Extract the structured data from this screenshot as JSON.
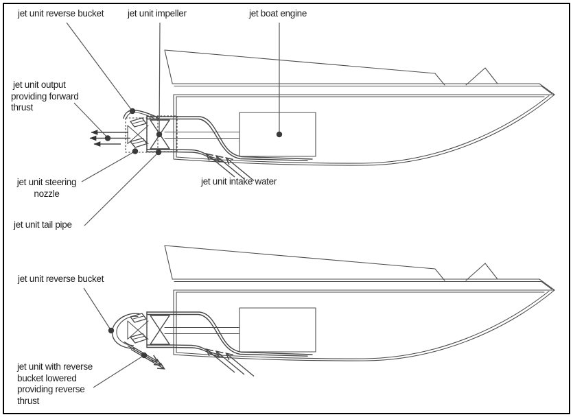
{
  "diagram": {
    "subject": "jet boat propulsion side-view schematic, forward and reverse thrust configurations",
    "top_view": {
      "labels": {
        "reverse_bucket": "jet unit reverse bucket",
        "impeller": "jet unit impeller",
        "engine": "jet boat engine",
        "output_lines": [
          "jet unit output",
          "providing forward",
          "thrust"
        ],
        "steering_lines": [
          "jet unit steering",
          "nozzle"
        ],
        "tail_pipe": "jet unit tail pipe",
        "intake": "jet unit intake water"
      }
    },
    "bottom_view": {
      "labels": {
        "reverse_bucket": "jet unit reverse bucket",
        "reverse_thrust_lines": [
          "jet unit with reverse",
          "bucket lowered",
          "providing reverse",
          "thrust"
        ]
      }
    },
    "colors": {
      "line": "#4d4d4d",
      "text": "#1d1d1d",
      "anchor_dot": "#3a3a3a",
      "border": "#000000",
      "background": "#ffffff"
    }
  }
}
